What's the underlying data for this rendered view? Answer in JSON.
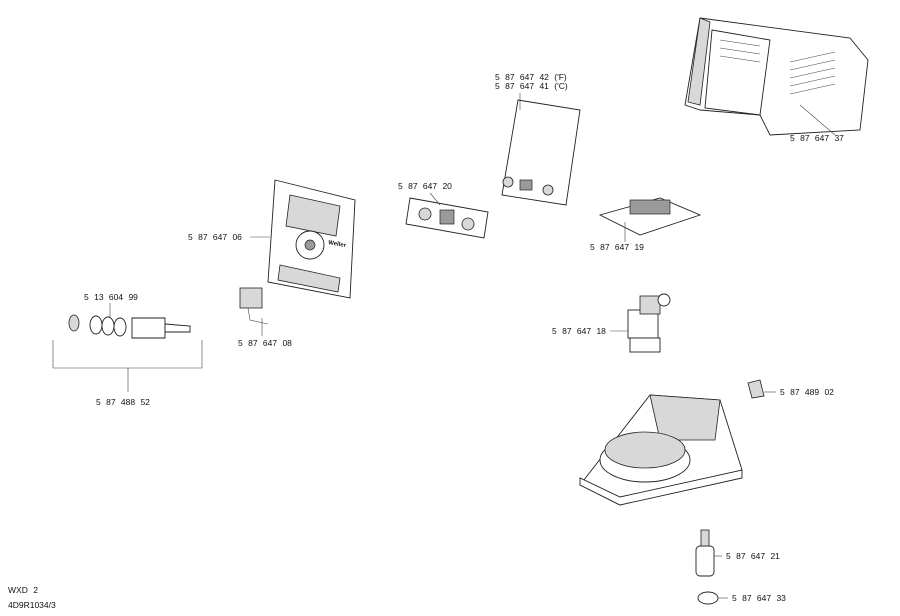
{
  "parts": [
    {
      "id": "display-cover",
      "label": "5 87 647 42 ('F)"
    },
    {
      "id": "display-cover-c",
      "label": "5 87 647 41 ('C)"
    },
    {
      "id": "housing",
      "label": "5 87 647 37"
    },
    {
      "id": "socket-panel",
      "label": "5 87 647 20"
    },
    {
      "id": "front-panel",
      "label": "5 87 647 06"
    },
    {
      "id": "pcb",
      "label": "5 87 647 19"
    },
    {
      "id": "connector-kit",
      "label": "5 13 604 99"
    },
    {
      "id": "valve",
      "label": "5 87 647 18"
    },
    {
      "id": "switch",
      "label": "5 87 647 08"
    },
    {
      "id": "elbow",
      "label": "5 87 489 02"
    },
    {
      "id": "plug-set",
      "label": "5 87 488 52"
    },
    {
      "id": "filter",
      "label": "5 87 647 21"
    },
    {
      "id": "foot",
      "label": "5 87 647 33"
    }
  ],
  "footer": {
    "model": "WXD 2",
    "drawing_number": "4D9R1034/3"
  },
  "front_panel_brand": "Weller"
}
